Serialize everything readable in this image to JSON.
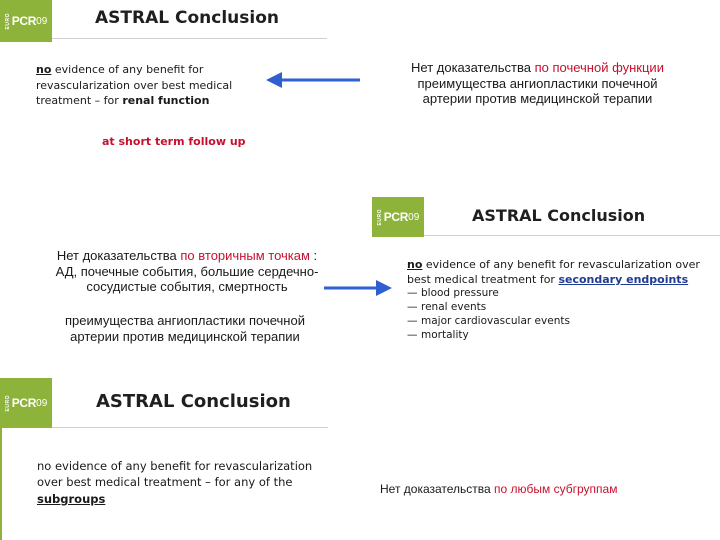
{
  "logo": {
    "eyebrow": "EURO",
    "brand": "PCR",
    "year": "09"
  },
  "slide1": {
    "title": "ASTRAL Conclusion",
    "no": "no",
    "text_a": " evidence of any benefit for revascularization over best medical treatment – for ",
    "highlight": "renal function",
    "followup": "at short term follow up"
  },
  "ru1": {
    "line1_plain": "Нет доказательства ",
    "line1_red": "по почечной функции",
    "line2": "преимущества   ангиопластики почечной",
    "line3": "артерии против  медицинской терапии"
  },
  "slide2": {
    "title": "ASTRAL Conclusion",
    "no": "no",
    "text_a": " evidence of any benefit for revascularization over best medical treatment for ",
    "highlight": "secondary endpoints",
    "items": [
      "blood pressure",
      "renal events",
      "major cardiovascular events",
      "mortality"
    ]
  },
  "ru2": {
    "line1_plain": "Нет доказательства ",
    "line1_red": "по вторичным точкам",
    "line1_end": " :",
    "line2": "АД, почечные события, большие сердечно-",
    "line3": "сосудистые события, смертность",
    "line4": "преимущества   ангиопластики почечной",
    "line5": "артерии против  медицинской терапии"
  },
  "slide3": {
    "title": "ASTRAL Conclusion",
    "text_a": "no evidence of any benefit for revascularization over best medical treatment – for any of the",
    "highlight": "subgroups"
  },
  "ru3": {
    "plain": "Нет доказательства ",
    "red": " по любым субгруппам"
  },
  "colors": {
    "accent_green": "#8db33a",
    "highlight_red": "#c8102e",
    "arrow_blue": "#2f5fd0"
  }
}
